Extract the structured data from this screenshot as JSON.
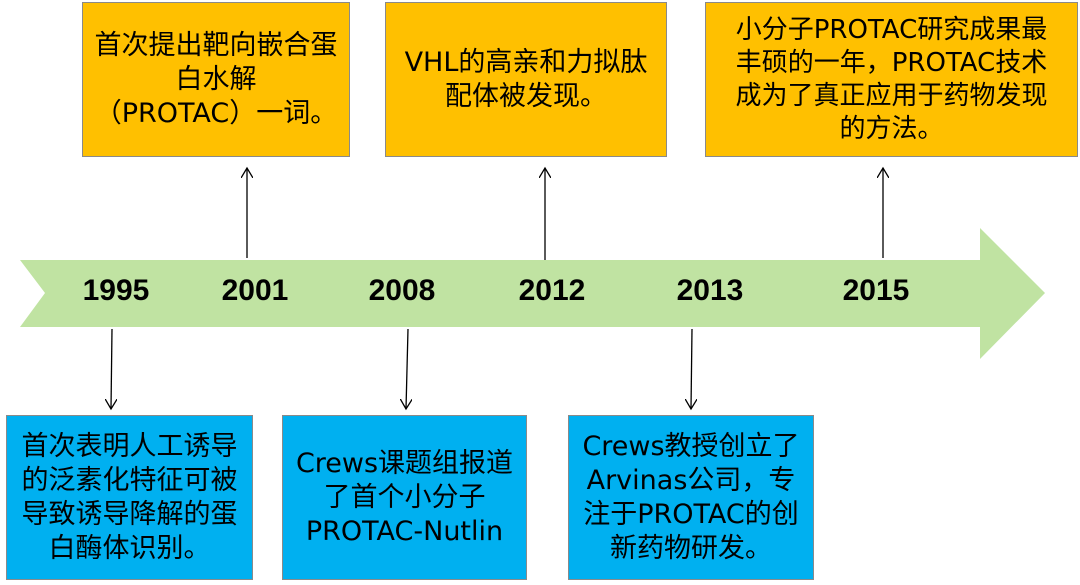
{
  "colors": {
    "arrow": "#c0e3a2",
    "top_box": "#ffc000",
    "bottom_box": "#00b0f0"
  },
  "years": [
    "1995",
    "2001",
    "2008",
    "2012",
    "2013",
    "2015"
  ],
  "top_events": [
    {
      "year": "2001",
      "text": "首次提出靶向嵌合蛋\n白水解\n（PROTAC）一词。"
    },
    {
      "year": "2012",
      "text": "VHL的高亲和力拟肽\n配体被发现。"
    },
    {
      "year": "2015",
      "text": "小分子PROTAC研究成果最\n丰硕的一年，PROTAC技术\n成为了真正应用于药物发现\n的方法。"
    }
  ],
  "bottom_events": [
    {
      "year": "1995",
      "text": "首次表明人工诱导\n的泛素化特征可被\n导致诱导降解的蛋\n白酶体识别。"
    },
    {
      "year": "2008",
      "text": "Crews课题组报道\n了首个小分子\nPROTAC-Nutlin"
    },
    {
      "year": "2013",
      "text": "Crews教授创立了\nArvinas公司，专\n注于PROTAC的创\n新药物研发。"
    }
  ]
}
